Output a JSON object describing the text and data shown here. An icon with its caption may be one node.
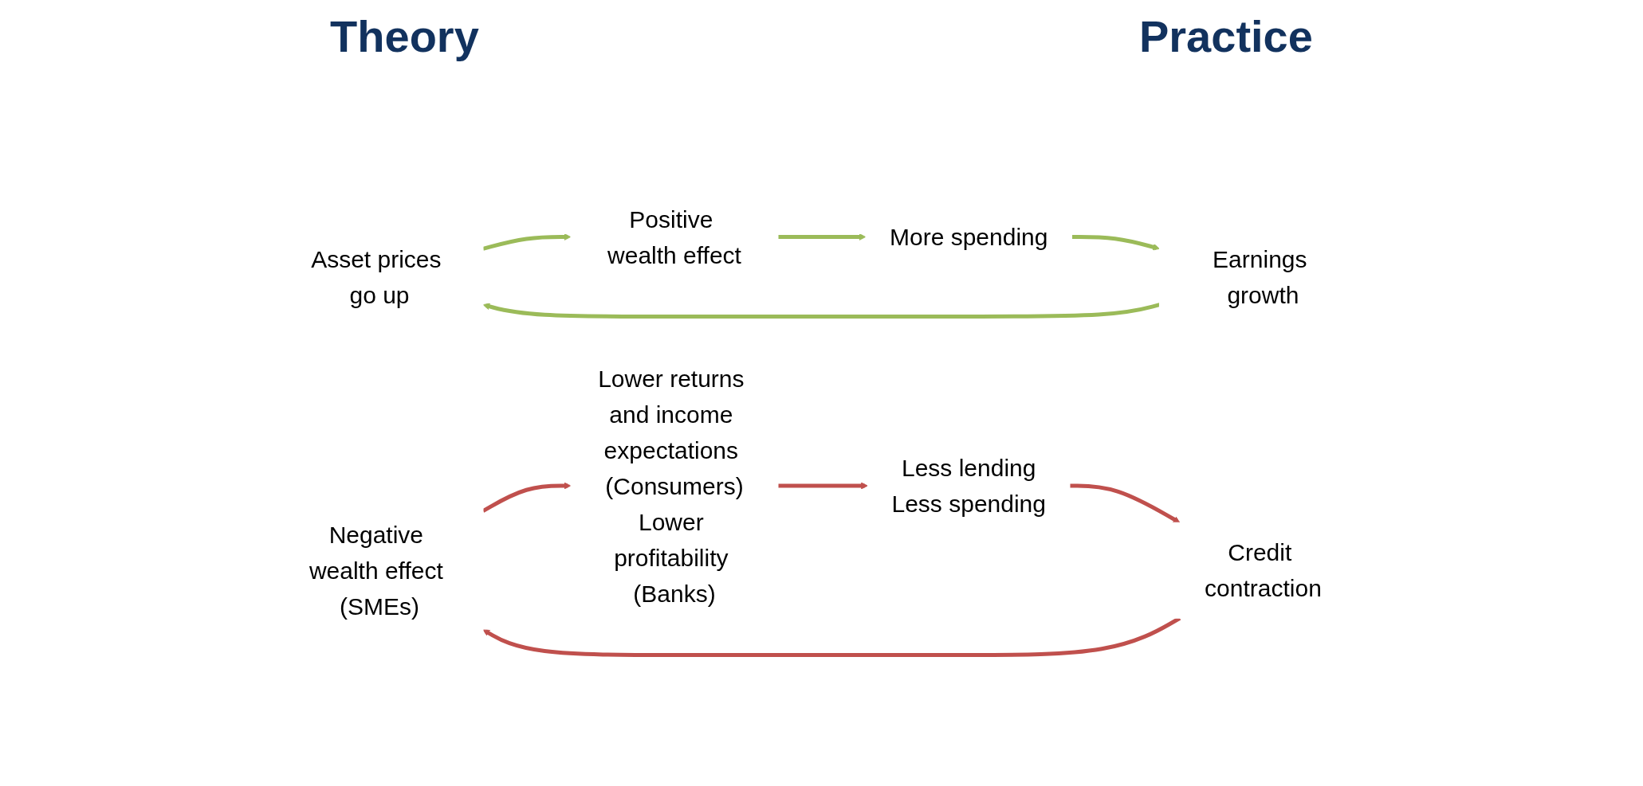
{
  "diagram": {
    "nodes": [
      {
        "text": [
          "Asset prices go up"
        ]
      },
      {
        "text": [
          "Positive wealth effect"
        ]
      },
      {
        "text": [
          "More spending"
        ]
      },
      {
        "text": [
          "Earnings growth"
        ]
      },
      {
        "text": [
          "Negative wealth effect (SMEs)"
        ]
      },
      {
        "text": [
          "Lower returns and income expectations (Consumers)",
          "Lower profitability (Banks)"
        ]
      },
      {
        "text": [
          "Less lending",
          "Less spending"
        ]
      },
      {
        "text": [
          "Credit contraction"
        ]
      }
    ],
    "edges": [
      {
        "from": 0,
        "to": 1,
        "arrow": "to",
        "color": "#9bbb59"
      },
      {
        "from": 1,
        "to": 2,
        "arrow": "to",
        "color": "#9bbb59"
      },
      {
        "from": 2,
        "to": 3,
        "arrow": "to",
        "color": "#9bbb59"
      },
      {
        "from": 3,
        "to": 0,
        "arrow": "to",
        "color": "#9bbb59"
      },
      {
        "from": 4,
        "to": 5,
        "arrow": "to",
        "color": "#c0504d"
      },
      {
        "from": 5,
        "to": 6,
        "arrow": "to",
        "color": "#c0504d"
      },
      {
        "from": 6,
        "to": 7,
        "arrow": "to",
        "color": "#c0504d"
      },
      {
        "from": 7,
        "to": 4,
        "arrow": "to",
        "color": "#c0504d"
      }
    ],
    "labels": [
      "Theory",
      "Practice"
    ]
  }
}
